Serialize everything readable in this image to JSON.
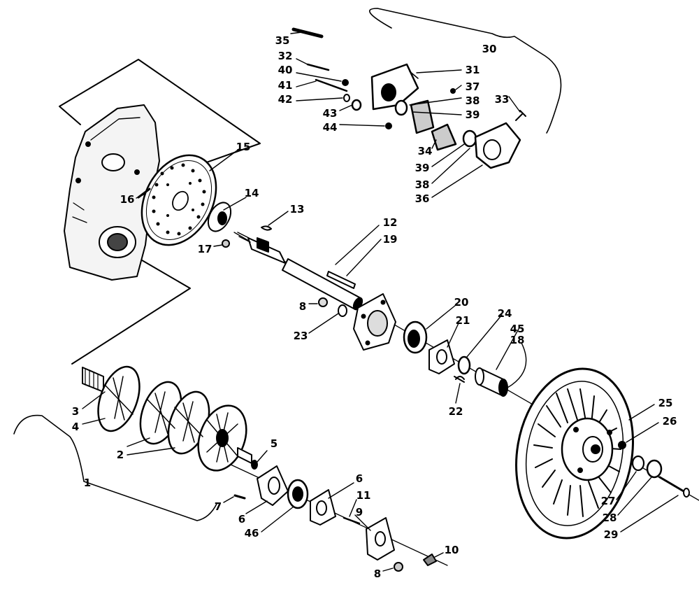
{
  "diagram": {
    "callouts": [
      {
        "id": "c1",
        "text": "1"
      },
      {
        "id": "c2",
        "text": "2"
      },
      {
        "id": "c3",
        "text": "3"
      },
      {
        "id": "c4",
        "text": "4"
      },
      {
        "id": "c5",
        "text": "5"
      },
      {
        "id": "c6a",
        "text": "6"
      },
      {
        "id": "c6b",
        "text": "6"
      },
      {
        "id": "c7",
        "text": "7"
      },
      {
        "id": "c8a",
        "text": "8"
      },
      {
        "id": "c8b",
        "text": "8"
      },
      {
        "id": "c9",
        "text": "9"
      },
      {
        "id": "c10",
        "text": "10"
      },
      {
        "id": "c11",
        "text": "11"
      },
      {
        "id": "c12",
        "text": "12"
      },
      {
        "id": "c13",
        "text": "13"
      },
      {
        "id": "c14",
        "text": "14"
      },
      {
        "id": "c15",
        "text": "15"
      },
      {
        "id": "c16",
        "text": "16"
      },
      {
        "id": "c17",
        "text": "17"
      },
      {
        "id": "c18",
        "text": "18"
      },
      {
        "id": "c19",
        "text": "19"
      },
      {
        "id": "c20",
        "text": "20"
      },
      {
        "id": "c21",
        "text": "21"
      },
      {
        "id": "c22",
        "text": "22"
      },
      {
        "id": "c23",
        "text": "23"
      },
      {
        "id": "c24",
        "text": "24"
      },
      {
        "id": "c25",
        "text": "25"
      },
      {
        "id": "c26",
        "text": "26"
      },
      {
        "id": "c27",
        "text": "27"
      },
      {
        "id": "c28",
        "text": "28"
      },
      {
        "id": "c29",
        "text": "29"
      },
      {
        "id": "c30",
        "text": "30"
      },
      {
        "id": "c31",
        "text": "31"
      },
      {
        "id": "c32",
        "text": "32"
      },
      {
        "id": "c33",
        "text": "33"
      },
      {
        "id": "c34",
        "text": "34"
      },
      {
        "id": "c35",
        "text": "35"
      },
      {
        "id": "c36",
        "text": "36"
      },
      {
        "id": "c37",
        "text": "37"
      },
      {
        "id": "c38a",
        "text": "38"
      },
      {
        "id": "c38b",
        "text": "38"
      },
      {
        "id": "c39a",
        "text": "39"
      },
      {
        "id": "c39b",
        "text": "39"
      },
      {
        "id": "c40",
        "text": "40"
      },
      {
        "id": "c41",
        "text": "41"
      },
      {
        "id": "c42",
        "text": "42"
      },
      {
        "id": "c43",
        "text": "43"
      },
      {
        "id": "c44",
        "text": "44"
      },
      {
        "id": "c45",
        "text": "45"
      },
      {
        "id": "c46",
        "text": "46"
      }
    ]
  }
}
